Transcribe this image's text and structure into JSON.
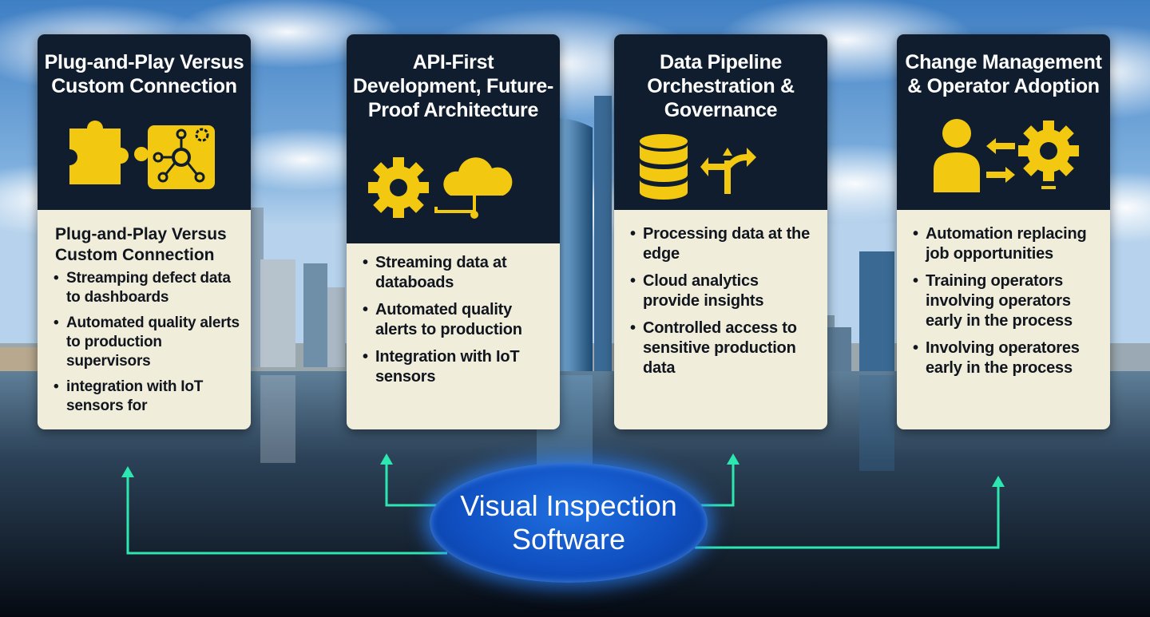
{
  "colors": {
    "card_header_bg": "#0f1d2e",
    "card_body_bg": "#f1eddb",
    "icon_yellow": "#f2c811",
    "connector": "#2ee6b0",
    "hub_blue": "#1050c2"
  },
  "cards": [
    {
      "title": "Plug-and-Play Versus Custom Connection",
      "icons": [
        "puzzle-piece-icon",
        "circuit-node-icon"
      ],
      "body_heading": "Plug-and-Play Versus Custom Connection",
      "bullets": [
        "Streamping defect data to dashboards",
        "Automated quality alerts to production supervisors",
        "integration with IoT sensors for"
      ]
    },
    {
      "title": "API-First Development, Future-Proof Architecture",
      "icons": [
        "gear-icon",
        "cloud-icon"
      ],
      "bullets": [
        "Streaming data at databoads",
        "Automated quality alerts to production",
        "Integration with IoT sensors"
      ]
    },
    {
      "title": "Data Pipeline Orchestration & Governance",
      "icons": [
        "database-icon",
        "split-arrows-icon"
      ],
      "bullets": [
        "Processing data at the edge",
        "Cloud analytics provide insights",
        "Controlled access to sensitive production data"
      ]
    },
    {
      "title": "Change Management & Operator Adoption",
      "icons": [
        "person-icon",
        "exchange-arrows-icon",
        "gear-icon"
      ],
      "bullets": [
        "Automation replacing job opportunities",
        "Training operators involving operators early in the process",
        "Involving operatores early in the process"
      ]
    }
  ],
  "hub": {
    "label": "Visual Inspection Software"
  }
}
